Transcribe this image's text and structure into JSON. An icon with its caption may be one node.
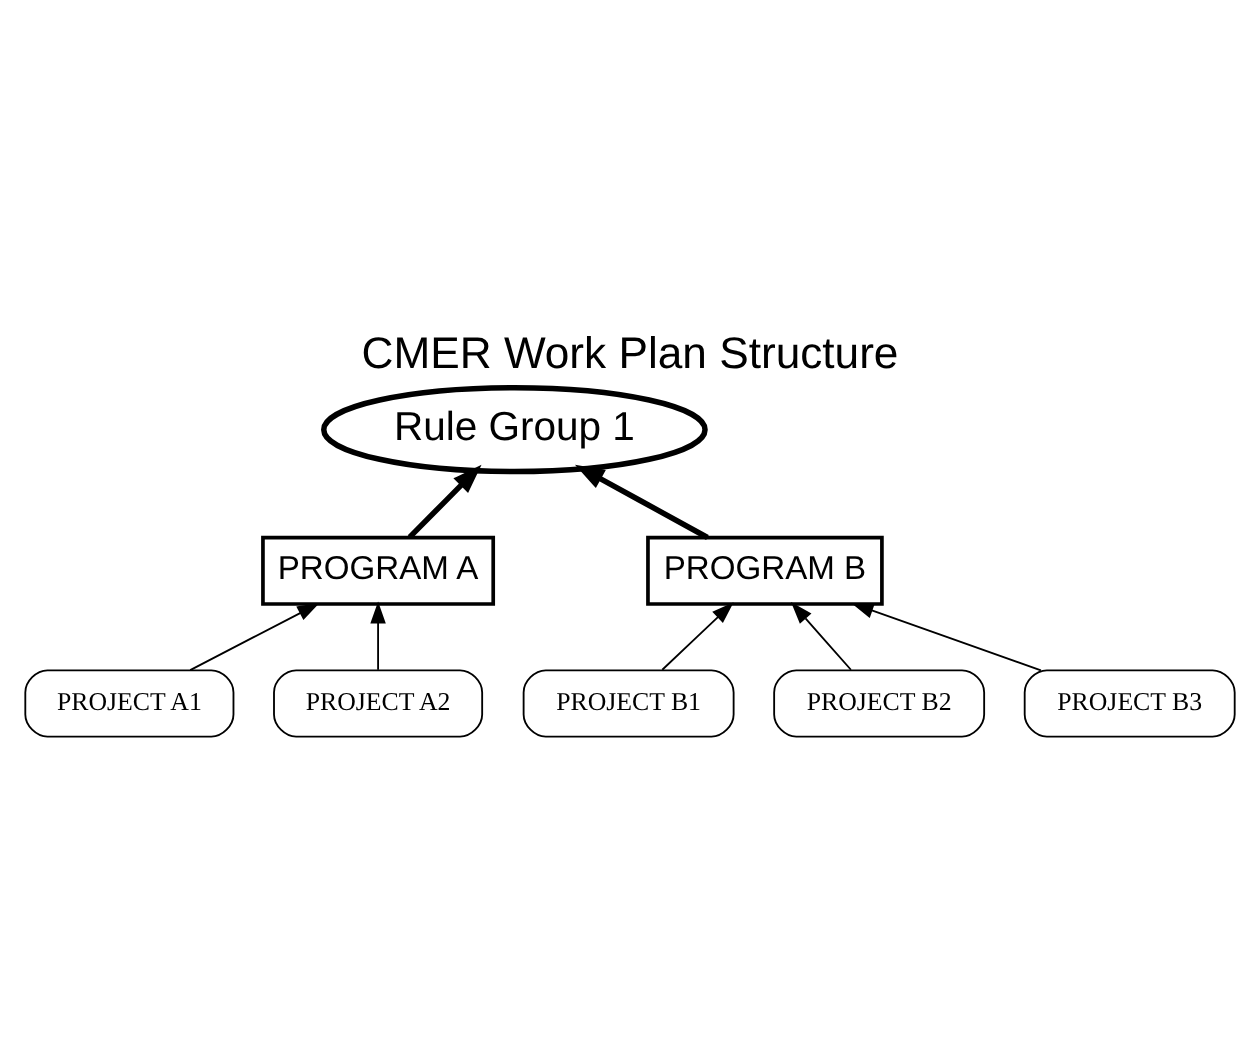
{
  "diagram": {
    "title": "CMER Work Plan Structure",
    "nodes": [
      {
        "text": [
          "Rule Group 1"
        ]
      },
      {
        "text": [
          "PROGRAM A"
        ]
      },
      {
        "text": [
          "PROGRAM B"
        ]
      },
      {
        "text": [
          "PROJECT A1"
        ]
      },
      {
        "text": [
          "PROJECT A2"
        ]
      },
      {
        "text": [
          "PROJECT B1"
        ]
      },
      {
        "text": [
          "PROJECT B2"
        ]
      },
      {
        "text": [
          "PROJECT B3"
        ]
      }
    ],
    "edges": [
      {
        "from": 1,
        "to": 0,
        "arrow": "to",
        "style": "thick"
      },
      {
        "from": 2,
        "to": 0,
        "arrow": "to",
        "style": "thick"
      },
      {
        "from": 3,
        "to": 1,
        "arrow": "to"
      },
      {
        "from": 4,
        "to": 1,
        "arrow": "to"
      },
      {
        "from": 5,
        "to": 2,
        "arrow": "to"
      },
      {
        "from": 6,
        "to": 2,
        "arrow": "to"
      },
      {
        "from": 7,
        "to": 2,
        "arrow": "to"
      }
    ]
  }
}
